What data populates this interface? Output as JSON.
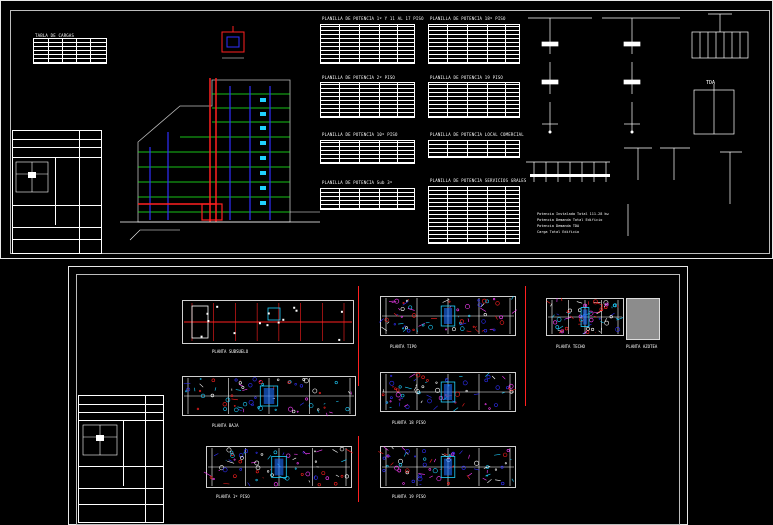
{
  "sheet_top": {
    "load_table_title": "TABLA DE CARGAS",
    "tables": [
      {
        "title": "PLANILLA DE POTENCIA 1º Y 11 AL 17 PISO"
      },
      {
        "title": "PLANILLA DE POTENCIA 18º PISO"
      },
      {
        "title": "PLANILLA DE POTENCIA 2º PISO"
      },
      {
        "title": "PLANILLA DE POTENCIA 19 PISO"
      },
      {
        "title": "PLANILLA DE POTENCIA 10º PISO"
      },
      {
        "title": "PLANILLA DE POTENCIA LOCAL COMERCIAL"
      },
      {
        "title": "PLANILLA DE POTENCIA Sub 3º"
      },
      {
        "title": "PLANILLA DE POTENCIA SERVICIOS GRALES"
      }
    ],
    "tda_label": "TDA",
    "notes": [
      "Potencia Instalada Total 111.28 kw",
      "Potencia Demanda Total Edificio",
      "Potencia Demanda TDA",
      "Carga Total Edificio"
    ]
  },
  "sheet_bottom": {
    "plans": [
      {
        "label": "PLANTA SUBSUELO"
      },
      {
        "label": "PLANTA BAJA"
      },
      {
        "label": "PLANTA 1º PISO"
      },
      {
        "label": "PLANTA TIPO"
      },
      {
        "label": "PLANTA 18 PISO"
      },
      {
        "label": "PLANTA 19 PISO"
      },
      {
        "label": "PLANTA TECHO"
      },
      {
        "label": "PLANTA AZOTEA"
      }
    ]
  },
  "colors": {
    "background": "#000000",
    "frame": "#e8e8e8",
    "wall_red": "#ff2020",
    "conduit_blue": "#3030ff",
    "fixture_cyan": "#20d0ff",
    "green": "#20ff20",
    "magenta": "#ff40ff"
  }
}
